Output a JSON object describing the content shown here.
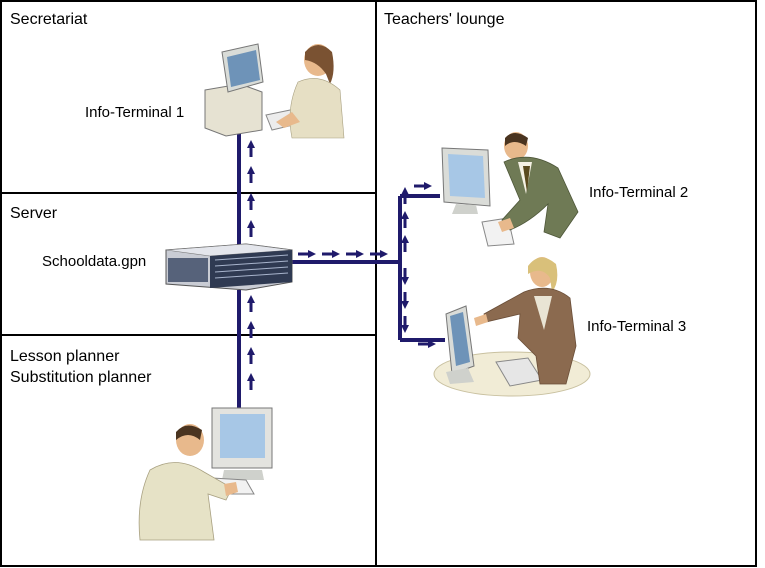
{
  "rooms": {
    "secretariat": "Secretariat",
    "teachers_lounge": "Teachers' lounge",
    "server": "Server",
    "planner_line1": "Lesson planner",
    "planner_line2": "Substitution planner"
  },
  "nodes": {
    "terminal1": "Info-Terminal 1",
    "terminal2": "Info-Terminal 2",
    "terminal3": "Info-Terminal 3",
    "server": "Schooldata.gpn"
  },
  "colors": {
    "link": "#1f1a6b",
    "border": "#000000",
    "skin": "#e8b98c",
    "suit_green": "#6f7a55",
    "suit_brown": "#8b6a4f",
    "beige": "#e6e2d2",
    "monitor_screen": "#a7c7e6"
  }
}
